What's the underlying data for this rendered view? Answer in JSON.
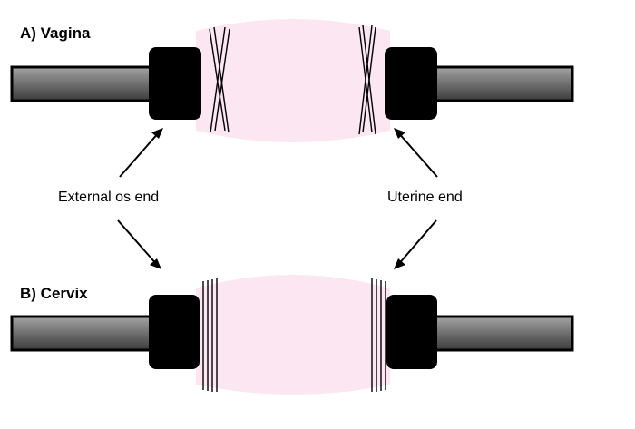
{
  "panels": {
    "a": {
      "title": "A) Vagina"
    },
    "b": {
      "title": "B) Cervix"
    }
  },
  "callouts": {
    "external": "External os end",
    "uterine": "Uterine end"
  },
  "colors": {
    "tissue": "#fbe6f2",
    "rod_top": "#9a9a9a",
    "rod_bottom": "#3a3a3a",
    "grip": "#000000",
    "suture": "#000000"
  }
}
